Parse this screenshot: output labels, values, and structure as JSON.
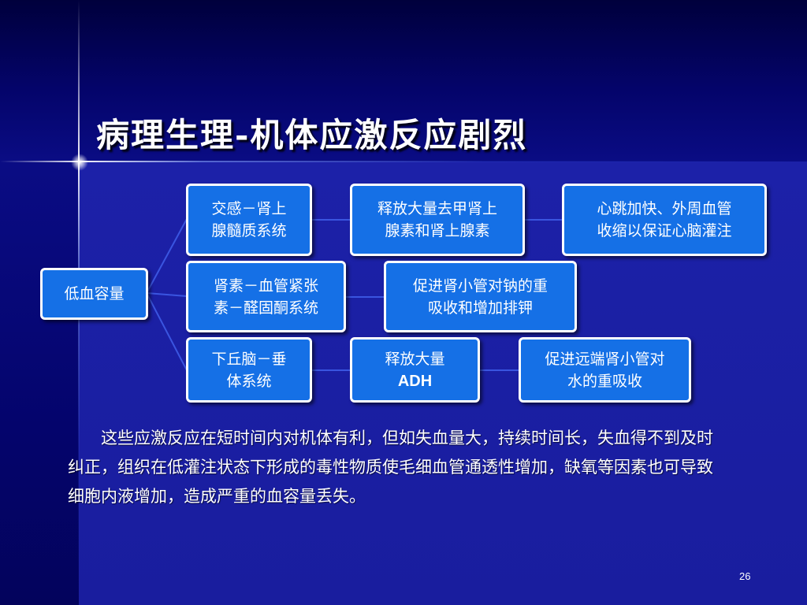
{
  "slide": {
    "title": "病理生理-机体应激反应剧烈",
    "root": "低血容量",
    "branches": [
      {
        "system": [
          "交感－肾上",
          "腺髓质系统"
        ],
        "steps": [
          [
            "释放大量去甲肾上",
            "腺素和肾上腺素"
          ],
          [
            "心跳加快、外周血管",
            "收缩以保证心脑灌注"
          ]
        ]
      },
      {
        "system": [
          "肾素－血管紧张",
          "素－醛固酮系统"
        ],
        "steps": [
          [
            "促进肾小管对钠的重",
            "吸收和增加排钾"
          ]
        ]
      },
      {
        "system": [
          "下丘脑－垂",
          "体系统"
        ],
        "steps": [
          [
            "释放大量",
            "ADH"
          ],
          [
            "促进远端肾小管对",
            "水的重吸收"
          ]
        ]
      }
    ],
    "paragraph": "这些应激反应在短时间内对机体有利，但如失血量大，持续时间长，失血得不到及时纠正，组织在低灌注状态下形成的毒性物质使毛细血管通透性增加，缺氧等因素也可导致细胞内液增加，造成严重的血容量丢失。",
    "page_number": "26",
    "colors": {
      "node_fill": "#1570e6",
      "node_border": "#ffffff",
      "connector": "#3a55e0",
      "background": "#1a1c9a"
    }
  }
}
